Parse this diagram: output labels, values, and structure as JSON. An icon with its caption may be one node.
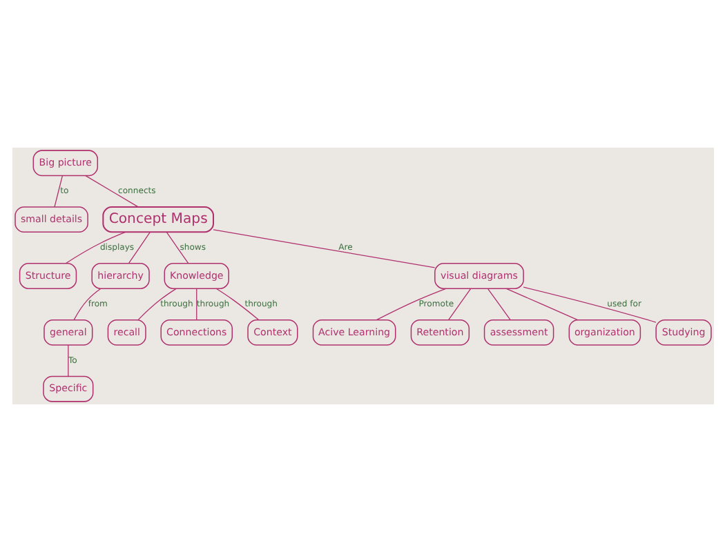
{
  "diagram": {
    "nodes": [
      {
        "text": [
          "Big picture"
        ]
      },
      {
        "text": [
          "small details"
        ]
      },
      {
        "text": [
          "Structure"
        ]
      },
      {
        "text": [
          "hierarchy"
        ]
      },
      {
        "text": [
          "general"
        ]
      },
      {
        "text": [
          "Knowledge"
        ]
      },
      {
        "text": [
          "Concept Maps"
        ]
      },
      {
        "text": [
          "Specific"
        ]
      },
      {
        "text": [
          "recall"
        ]
      },
      {
        "text": [
          "Connections"
        ]
      },
      {
        "text": [
          "Context"
        ]
      },
      {
        "text": [
          "visual diagrams"
        ]
      },
      {
        "text": [
          "Acive Learning"
        ]
      },
      {
        "text": [
          "Retention"
        ]
      },
      {
        "text": [
          "assessment"
        ]
      },
      {
        "text": [
          "organization"
        ]
      },
      {
        "text": [
          "Studying"
        ]
      }
    ],
    "edges": [
      {
        "from": 0,
        "to": 1,
        "arrow": "none",
        "label": "to"
      },
      {
        "from": 0,
        "to": 6,
        "arrow": "none",
        "label": "connects"
      },
      {
        "from": 6,
        "to": 2,
        "arrow": "none",
        "label": "displays"
      },
      {
        "from": 6,
        "to": 3,
        "arrow": "none"
      },
      {
        "from": 3,
        "to": 4,
        "arrow": "none",
        "label": "from"
      },
      {
        "from": 4,
        "to": 7,
        "arrow": "none",
        "label": "To"
      },
      {
        "from": 6,
        "to": 5,
        "arrow": "none",
        "label": "shows"
      },
      {
        "from": 5,
        "to": 8,
        "arrow": "none",
        "label": "through"
      },
      {
        "from": 5,
        "to": 10,
        "arrow": "none",
        "label": "through"
      },
      {
        "from": 5,
        "to": 9,
        "arrow": "none",
        "label": "through"
      },
      {
        "from": 6,
        "to": 11,
        "arrow": "none",
        "label": "Are"
      },
      {
        "from": 11,
        "to": 12,
        "arrow": "none",
        "label": "Promote"
      },
      {
        "from": 11,
        "to": 13,
        "arrow": "none"
      },
      {
        "from": 11,
        "to": 14,
        "arrow": "none"
      },
      {
        "from": 11,
        "to": 16,
        "arrow": "none",
        "label": "used for"
      },
      {
        "from": 11,
        "to": 15,
        "arrow": "none"
      }
    ]
  }
}
